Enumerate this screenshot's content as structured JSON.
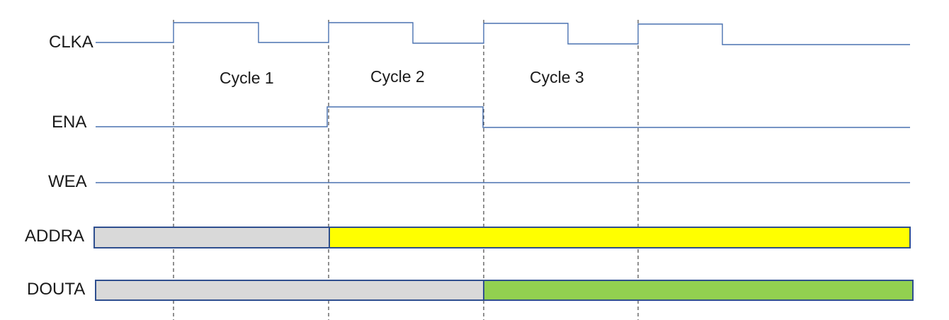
{
  "signals": [
    {
      "id": "clka",
      "label": "CLKA"
    },
    {
      "id": "ena",
      "label": "ENA"
    },
    {
      "id": "wea",
      "label": "WEA"
    },
    {
      "id": "addra",
      "label": "ADDRA"
    },
    {
      "id": "douta",
      "label": "DOUTA"
    }
  ],
  "cycles": [
    "Cycle 1",
    "Cycle 2",
    "Cycle 3"
  ],
  "colors": {
    "waveform": "#4a72b0",
    "bus_border": "#2f4f8f",
    "bus_invalid": "#d9d9d9",
    "addr_valid": "#ffff00",
    "data_valid": "#92d050",
    "guide": "#222222"
  }
}
